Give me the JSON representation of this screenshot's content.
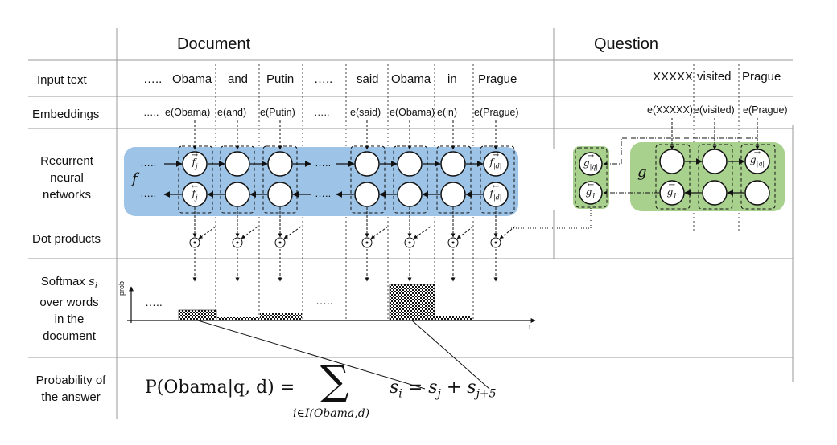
{
  "headers": {
    "document": "Document",
    "question": "Question"
  },
  "row_labels": {
    "input_text": "Input text",
    "embeddings": "Embeddings",
    "rnn_1": "Recurrent",
    "rnn_2": "neural",
    "rnn_3": "networks",
    "dot_products": "Dot products",
    "softmax_1": "Softmax ",
    "softmax_sym": "s",
    "softmax_sub": "i",
    "softmax_2": "over words",
    "softmax_3": "in the",
    "softmax_4": "document",
    "prob_1": "Probability of",
    "prob_2": "the answer"
  },
  "document_words": [
    "…..",
    "Obama",
    "and",
    "Putin",
    "…..",
    "said",
    "Obama",
    "in",
    "Prague"
  ],
  "document_embeddings": [
    "…..",
    "e(Obama)",
    "e(and)",
    "e(Putin)",
    "…..",
    "e(said)",
    "e(Obama)",
    "e(in)",
    "e(Prague)"
  ],
  "question_words": [
    "XXXXX",
    "visited",
    "Prague"
  ],
  "question_embeddings": [
    "e(XXXXX)",
    "e(visited)",
    "e(Prague)"
  ],
  "rnn": {
    "doc_label": "f",
    "question_label": "g",
    "doc_ellipsis": "…..",
    "doc_fwd_first": "f",
    "doc_fwd_first_sub": "j",
    "doc_bwd_first": "f",
    "doc_bwd_first_sub": "j",
    "doc_fwd_last": "f",
    "doc_fwd_last_sub": "|d|",
    "doc_bwd_last": "f",
    "doc_bwd_last_sub": "|d|",
    "q_fwd_last": "g",
    "q_fwd_last_sub": "|q|",
    "q_bwd_first": "g",
    "q_bwd_first_sub": "1",
    "out_fwd": "g",
    "out_fwd_sub": "|q|",
    "out_bwd": "g",
    "out_bwd_sub": "1",
    "doc_color": "#9dc3e6",
    "question_color": "#a9d18e"
  },
  "softmax_plot": {
    "y_axis_label": "prob",
    "x_axis_label": "t",
    "ellipsis_left": "…..",
    "ellipsis_mid": "….."
  },
  "formula": {
    "lhs": "P(Obama|q, d) =",
    "sum": "∑",
    "subscript": "i∈I(Obama,d)",
    "rhs_s": "s",
    "rhs_i": "i",
    "rhs_eq": " = ",
    "rhs_sj": "s",
    "rhs_j": "j",
    "rhs_plus": " + ",
    "rhs_sj5": "s",
    "rhs_j5": "j+5"
  }
}
